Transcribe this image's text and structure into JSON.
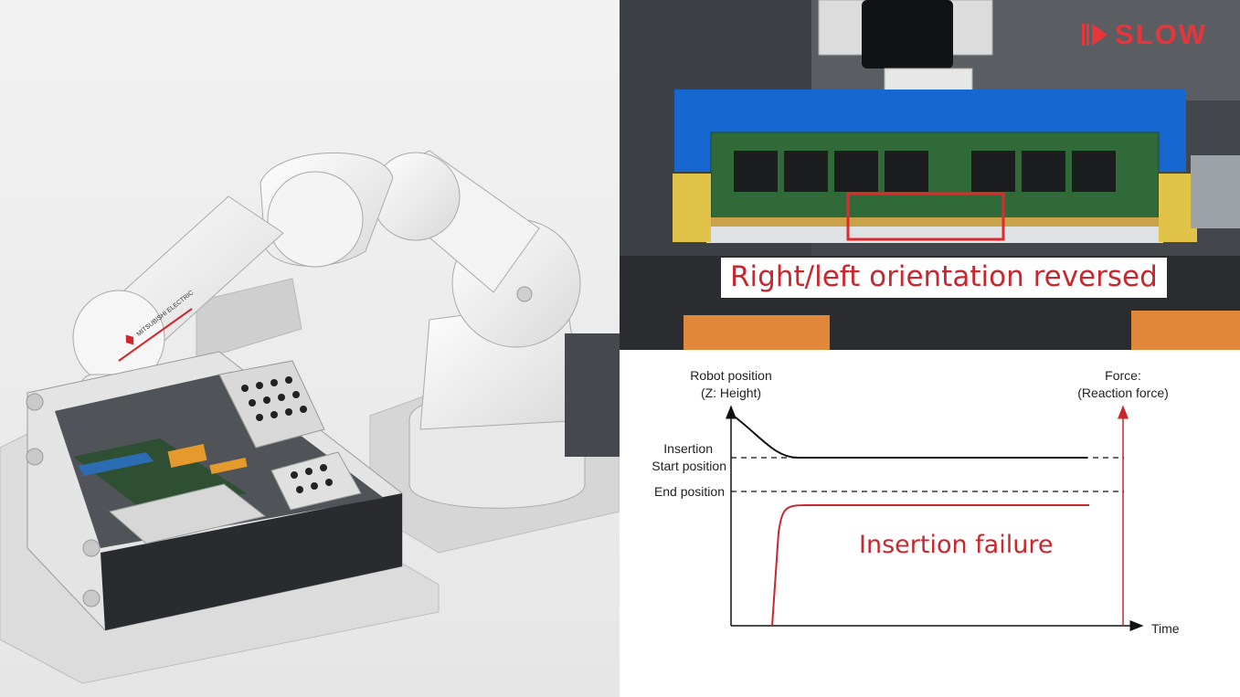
{
  "badge": {
    "label": "SLOW",
    "color": "#e8353c"
  },
  "robot": {
    "brand_text": "MITSUBISHI ELECTRIC"
  },
  "photo": {
    "caption": "Right/left orientation reversed",
    "caption_color": "#c8272e"
  },
  "chart_data": {
    "type": "line",
    "left_axis_label_line1": "Robot position",
    "left_axis_label_line2": "(Z: Height)",
    "right_axis_label_line1": "Force:",
    "right_axis_label_line2": "(Reaction force)",
    "x_axis_label": "Time",
    "reference_lines": [
      {
        "label_line1": "Insertion",
        "label_line2": "Start position"
      },
      {
        "label_line1": "End position"
      }
    ],
    "annotation": "Insertion failure",
    "series": [
      {
        "color": "#111111"
      },
      {
        "color": "#c8272e"
      }
    ]
  }
}
